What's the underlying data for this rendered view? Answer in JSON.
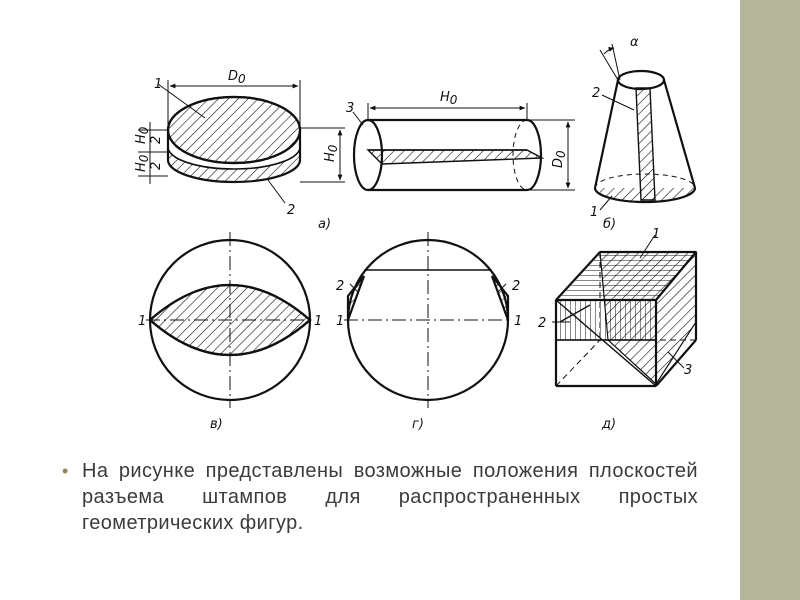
{
  "figure": {
    "panels": [
      {
        "id": "a",
        "label": "а)"
      },
      {
        "id": "b",
        "label": "б)"
      },
      {
        "id": "v",
        "label": "в)"
      },
      {
        "id": "g",
        "label": "г)"
      },
      {
        "id": "d",
        "label": "д)"
      }
    ],
    "dimensions": {
      "D0": "D",
      "H0": "H",
      "zero": "0",
      "two": "2",
      "alpha": "α"
    },
    "callouts": {
      "one": "1",
      "two": "2",
      "three": "3"
    }
  },
  "caption": {
    "bullet": "•",
    "text": "На рисунке представлены возможные положения плоскостей разъема штампов для распространенных простых геометрических фигур."
  },
  "colors": {
    "side_bar": "#b5b79c",
    "text": "#3b3b3b",
    "bullet": "#8c8a52",
    "line": "#111111"
  }
}
